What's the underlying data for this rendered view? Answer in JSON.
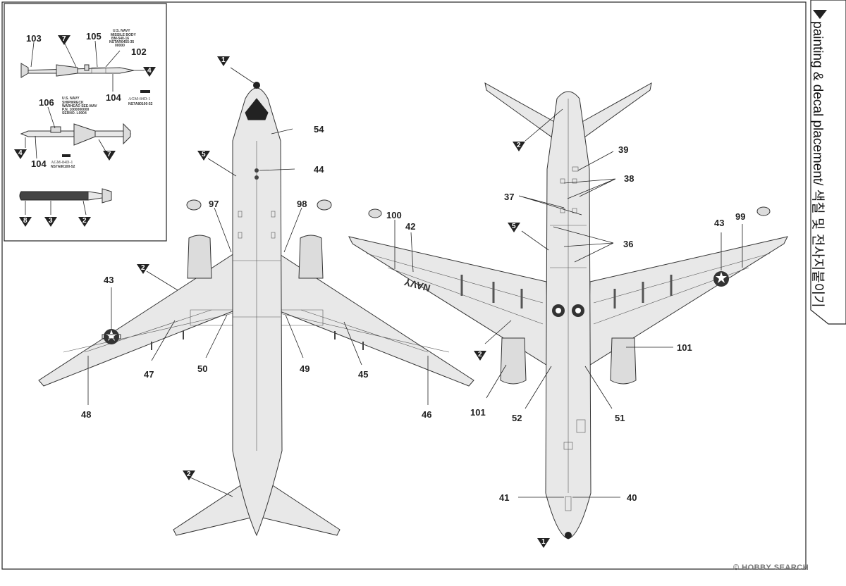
{
  "header": {
    "title": "painting & decal placement/ 색칠 및 전사지붙이기"
  },
  "footer": {
    "watermark": "© HOBBY SEARCH"
  },
  "inset": {
    "missile1_text": "U.S. NAVY\nMISSILE BODY\nBM-540-16\nNSTAR0455-35\n00000",
    "missile1_label": "AGM-84D-1",
    "missile1_sub": "NS7A80100-52",
    "missile2_text": "U.S. NAVY\nSHIPWRECK\nWARHEAD SEE-MAV\nP.N. 1000000000\nSERNO. L0004",
    "missile2_label": "AGM-84D-1",
    "missile2_sub": "NS7A80100-52"
  },
  "callouts": {
    "n103": "103",
    "n105": "105",
    "n102": "102",
    "n104a": "104",
    "n106": "106",
    "n104b": "104",
    "n54": "54",
    "n44": "44",
    "n97": "97",
    "n98": "98",
    "n43a": "43",
    "n47": "47",
    "n48": "48",
    "n50": "50",
    "n49": "49",
    "n45": "45",
    "n46": "46",
    "n39": "39",
    "n38": "38",
    "n37": "37",
    "n36": "36",
    "n100": "100",
    "n42": "42",
    "n43b": "43",
    "n99": "99",
    "n101a": "101",
    "n101b": "101",
    "n52": "52",
    "n51": "51",
    "n41": "41",
    "n40": "40"
  },
  "color_marks": {
    "m1": "1",
    "m2": "2",
    "m3": "3",
    "m4": "4",
    "m5": "5",
    "m7": "7",
    "m8": "8"
  },
  "wing_text": "NAVY",
  "colors": {
    "ink": "#222222",
    "aircraft_gray": "#e8e8e8",
    "background": "#ffffff"
  }
}
